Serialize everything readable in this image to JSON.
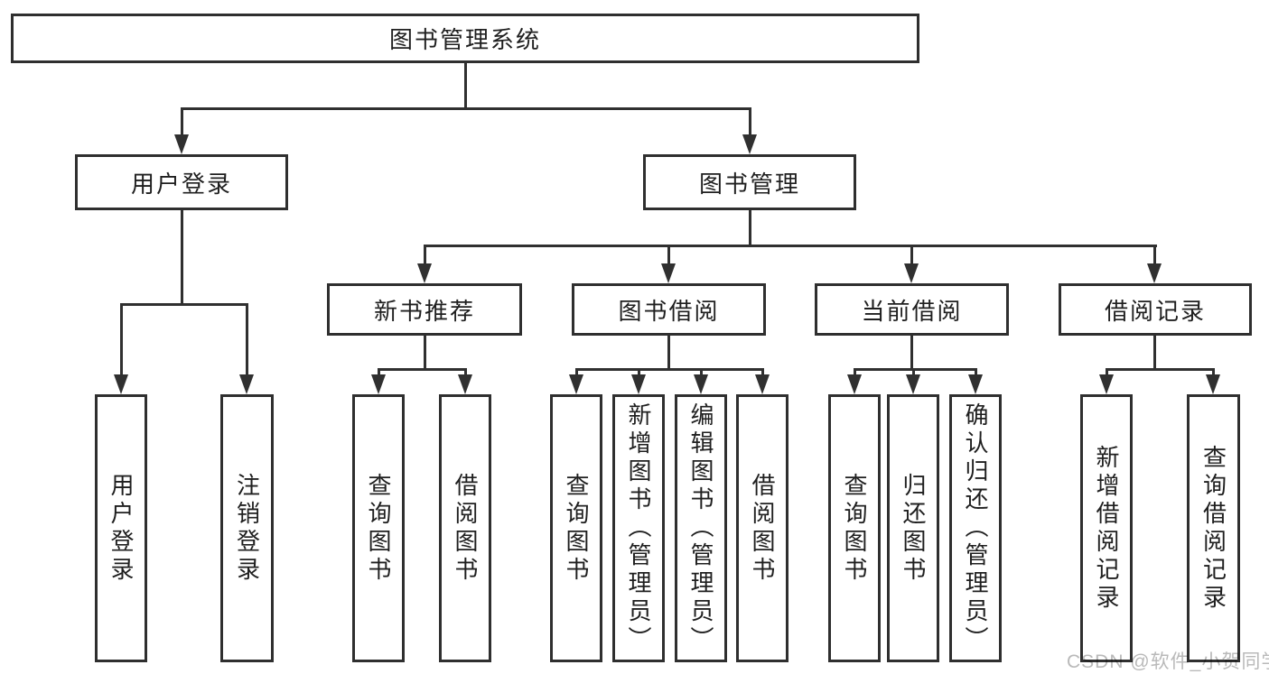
{
  "diagram": {
    "root": {
      "label": "图书管理系统"
    },
    "level2": [
      {
        "label": "用户登录"
      },
      {
        "label": "图书管理"
      }
    ],
    "level3": [
      {
        "label": "新书推荐"
      },
      {
        "label": "图书借阅"
      },
      {
        "label": "当前借阅"
      },
      {
        "label": "借阅记录"
      }
    ],
    "leaves": {
      "user_login": [
        {
          "label": "用户登录"
        },
        {
          "label": "注销登录"
        }
      ],
      "new_books": [
        {
          "label": "查询图书"
        },
        {
          "label": "借阅图书"
        }
      ],
      "book_borrow": [
        {
          "label": "查询图书"
        },
        {
          "label": "新增图书（管理员）"
        },
        {
          "label": "编辑图书（管理员）"
        },
        {
          "label": "借阅图书"
        }
      ],
      "current_borrow": [
        {
          "label": "查询图书"
        },
        {
          "label": "归还图书"
        },
        {
          "label": "确认归还（管理员）"
        }
      ],
      "borrow_records": [
        {
          "label": "新增借阅记录"
        },
        {
          "label": "查询借阅记录"
        }
      ]
    },
    "watermark": "CSDN @软件_小贺同学",
    "colors": {
      "line": "#303030",
      "border": "#2f2f2f",
      "text": "#1f1f1f",
      "watermark": "#b9b9b9",
      "background": "#ffffff"
    }
  }
}
